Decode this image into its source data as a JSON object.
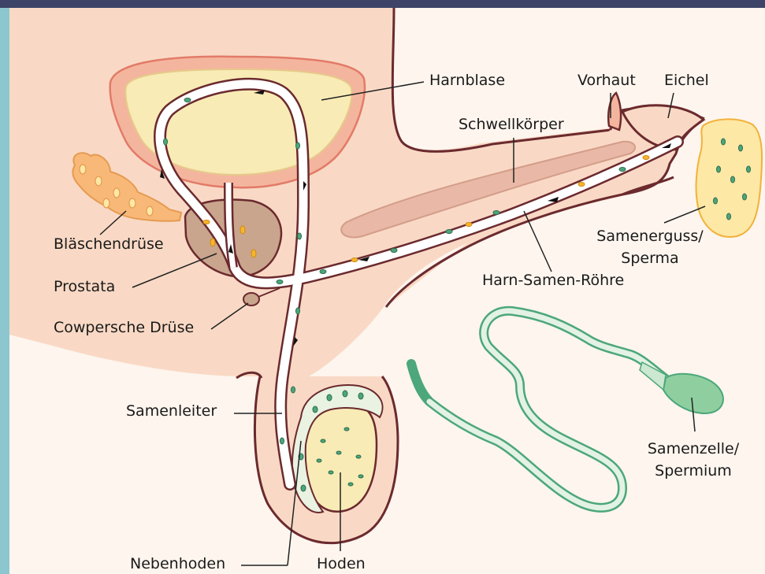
{
  "colors": {
    "frame_top": "#3d4468",
    "frame_left": "#8cc7cf",
    "background": "#fdf5ee",
    "skin": "#f9d9c5",
    "outline": "#6b2a2e",
    "bladder_wall": "#f4b59e",
    "bladder_inner": "#f8ebb5",
    "prostate": "#c9a58d",
    "seminal_vesicle": "#f8b878",
    "testis": "#f8ebb5",
    "corpus": "#e9b8a6",
    "sperm_green": "#4ca77a",
    "sperm_light": "#e3f2e4",
    "secretion_yellow": "#f5b52e",
    "duct_fill": "#ffffff",
    "line": "#222222"
  },
  "labels": {
    "harnblase": "Harnblase",
    "vorhaut": "Vorhaut",
    "eichel": "Eichel",
    "schwellkoerper": "Schwellkörper",
    "blaeschendruese": "Bläschendrüse",
    "prostata": "Prostata",
    "cowpersche": "Cowpersche Drüse",
    "samenerguss_1": "Samenerguss/",
    "samenerguss_2": "Sperma",
    "harn_samen_roehre": "Harn-Samen-Röhre",
    "samenleiter": "Samenleiter",
    "samenzelle_1": "Samenzelle/",
    "samenzelle_2": "Spermium",
    "nebenhoden": "Nebenhoden",
    "hoden": "Hoden"
  }
}
